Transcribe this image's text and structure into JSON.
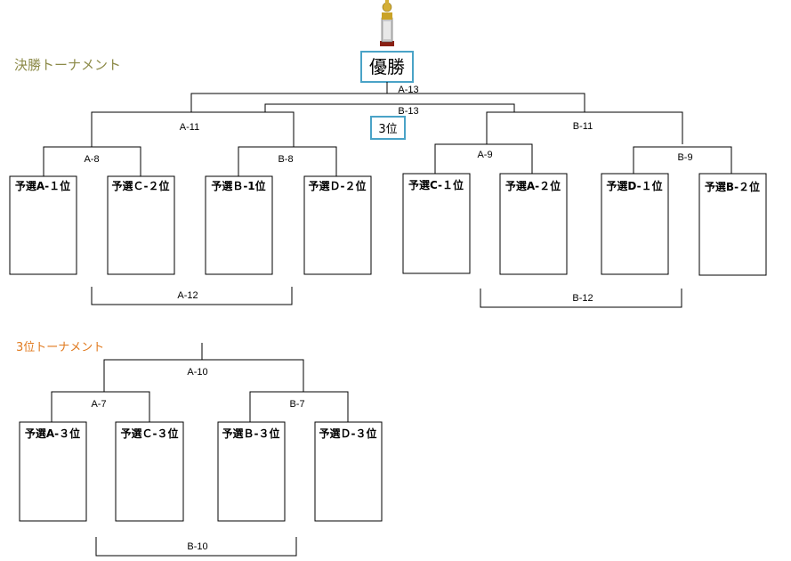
{
  "final_section": {
    "title": "決勝トーナメント",
    "title_color": "#8c8a48"
  },
  "third_section": {
    "title": "3位トーナメント",
    "title_color": "#e07a1f"
  },
  "champion": {
    "label": "優勝",
    "border_color": "#4aa3c7"
  },
  "third_place": {
    "label": "3位",
    "border_color": "#4aa3c7"
  },
  "trophy_icon": "trophy-icon",
  "final_seeds": [
    "予選A-１位",
    "予選Ｃ-２位",
    "予選Ｂ-1位",
    "予選Ｄ-２位",
    "予選C-１位",
    "予選A-２位",
    "予選D-１位",
    "予選B-２位"
  ],
  "third_seeds": [
    "予選A-３位",
    "予選Ｃ-３位",
    "予選Ｂ-３位",
    "予選Ｄ-３位"
  ],
  "match_labels": {
    "a13": "A-13",
    "b13": "B-13",
    "a11": "A-11",
    "b11": "B-11",
    "a8": "A-8",
    "b8": "B-8",
    "a9": "A-9",
    "b9": "B-9",
    "a12": "A-12",
    "b12": "B-12",
    "a10": "A-10",
    "a7": "A-7",
    "b7": "B-7",
    "b10": "B-10"
  }
}
